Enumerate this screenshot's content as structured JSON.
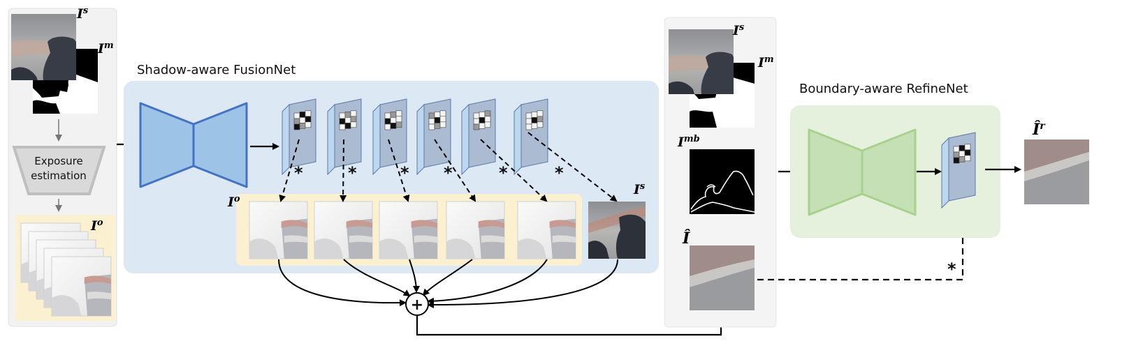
{
  "labels": {
    "fusion_title": "Shadow-aware FusionNet",
    "refine_title": "Boundary-aware RefineNet",
    "exposure_line1": "Exposure",
    "exposure_line2": "estimation",
    "symbol_I": "I",
    "sup_s": "s",
    "sup_m": "m",
    "sup_o": "o",
    "sup_mb": "mb",
    "sup_r": "r",
    "hat_I": "Î",
    "star": "*",
    "plus": "+"
  },
  "colors": {
    "left_panel": "#f2f2f2",
    "middle_panel": "#f4f4f4",
    "fusion_bg": "#dce8f4",
    "refine_bg": "#e5f1dc",
    "candidate_bg": "#fbf1d0",
    "blue_fill": "#9dc3e6",
    "blue_stroke": "#4472c4",
    "green_fill": "#c5e0b4",
    "green_stroke": "#a9d18e",
    "kernel_face": "#aabbd2",
    "exposure_fill": "#d9d9d9"
  }
}
